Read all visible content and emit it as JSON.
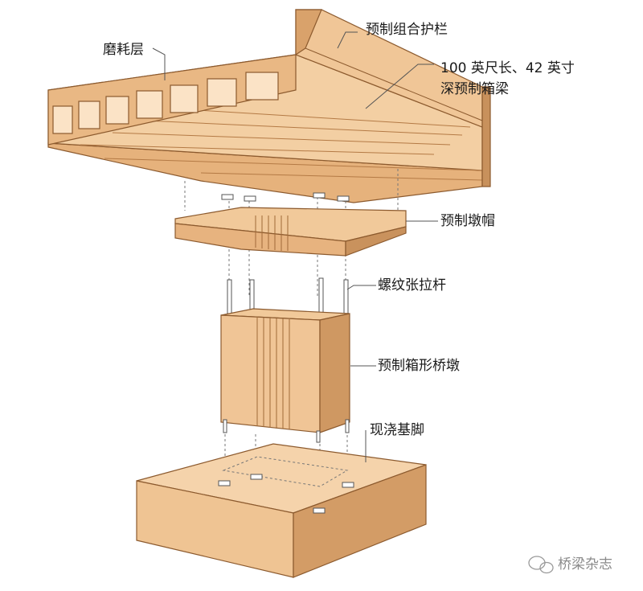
{
  "labels": {
    "wear_layer": "磨耗层",
    "precast_railing": "预制组合护栏",
    "box_beam_line1": "100 英尺长、42 英寸",
    "box_beam_line2": "深预制箱梁",
    "pier_cap": "预制墩帽",
    "threaded_rod": "螺纹张拉杆",
    "box_pier": "预制箱形桥墩",
    "footing": "现浇基脚"
  },
  "watermark": {
    "text": "桥梁杂志",
    "icon": "wechat-icon"
  },
  "colors": {
    "concrete_light": "#f1c99a",
    "concrete_mid": "#e2ad78",
    "concrete_dark": "#c8915c",
    "line": "#8c5a2e",
    "leader": "#555555"
  }
}
